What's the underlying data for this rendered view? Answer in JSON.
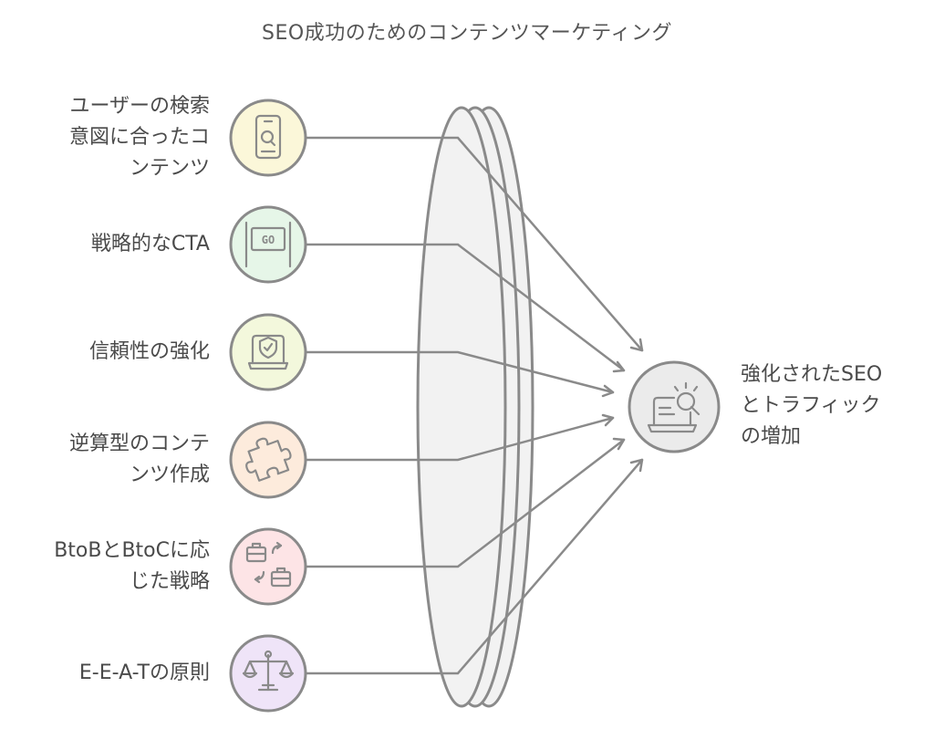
{
  "title": "SEO成功のためのコンテンツマーケティング",
  "inputs": [
    {
      "label": "ユーザーの検索\n意図に合ったコ\nンテンツ",
      "icon": "smartphone-search-icon",
      "color": "#fbf7d9"
    },
    {
      "label": "戦略的なCTA",
      "icon": "go-sign-icon",
      "color": "#e6f6e8"
    },
    {
      "label": "信頼性の強化",
      "icon": "laptop-shield-icon",
      "color": "#f3f8dc"
    },
    {
      "label": "逆算型のコンテ\nンツ作成",
      "icon": "puzzle-piece-icon",
      "color": "#fdebdc"
    },
    {
      "label": "BtoBとBtoCに応\nじた戦略",
      "icon": "briefcase-exchange-icon",
      "color": "#fde4e6"
    },
    {
      "label": "E-E-A-Tの原則",
      "icon": "balance-scale-icon",
      "color": "#efe4f8"
    }
  ],
  "output": {
    "label": "強化されたSEO\nとトラフィック\nの増加",
    "icon": "laptop-search-icon",
    "color": "#ebebeb"
  },
  "go_sign_text": "GO"
}
